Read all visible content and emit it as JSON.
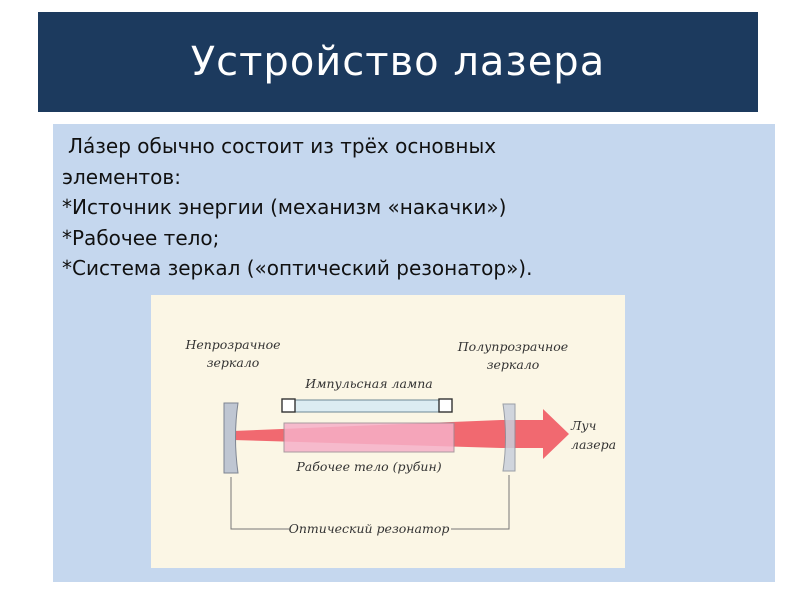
{
  "slide": {
    "title": "Устройство лазера",
    "lines": [
      "Ла́зер обычно состоит из трёх основных",
      "элементов:",
      "*Источник энергии (механизм «накачки»)",
      "*Рабочее тело;",
      "*Система зеркал («оптический резонатор»)."
    ]
  },
  "diagram": {
    "opaque_mirror_label": [
      "Непрозрачное",
      "зеркало"
    ],
    "semi_mirror_label": [
      "Полупрозрачное",
      "зеркало"
    ],
    "lamp_label": "Импульсная лампа",
    "medium_label": "Рабочее тело (рубин)",
    "beam_label": [
      "Луч",
      "лазера"
    ],
    "resonator_label": "Оптический резонатор"
  },
  "colors": {
    "title_bg": "#1c3a5e",
    "content_bg": "#c5d7ee",
    "diagram_bg": "#fbf6e5",
    "beam": "#f05a63"
  }
}
